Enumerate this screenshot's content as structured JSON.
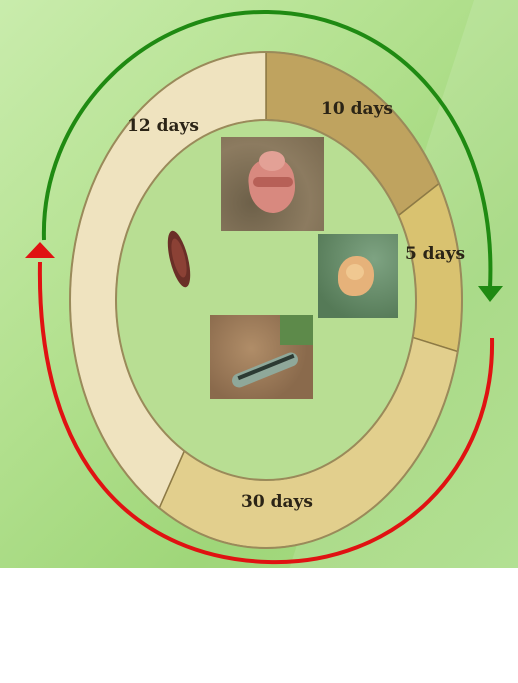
{
  "segments": [
    {
      "label": "10 days",
      "color": "#bfa35f"
    },
    {
      "label": "5 days",
      "color": "#d9c270"
    },
    {
      "label": "30 days",
      "color": "#e2cf8d"
    },
    {
      "label": "12 days",
      "color": "#efe3bf"
    }
  ],
  "arrows": {
    "top_color": "#1f8a12",
    "bottom_color": "#e01212"
  },
  "stages": [
    {
      "icon": "moth-adult-icon"
    },
    {
      "icon": "egg-mass-icon"
    },
    {
      "icon": "caterpillar-larva-icon"
    },
    {
      "icon": "pupa-icon"
    }
  ]
}
